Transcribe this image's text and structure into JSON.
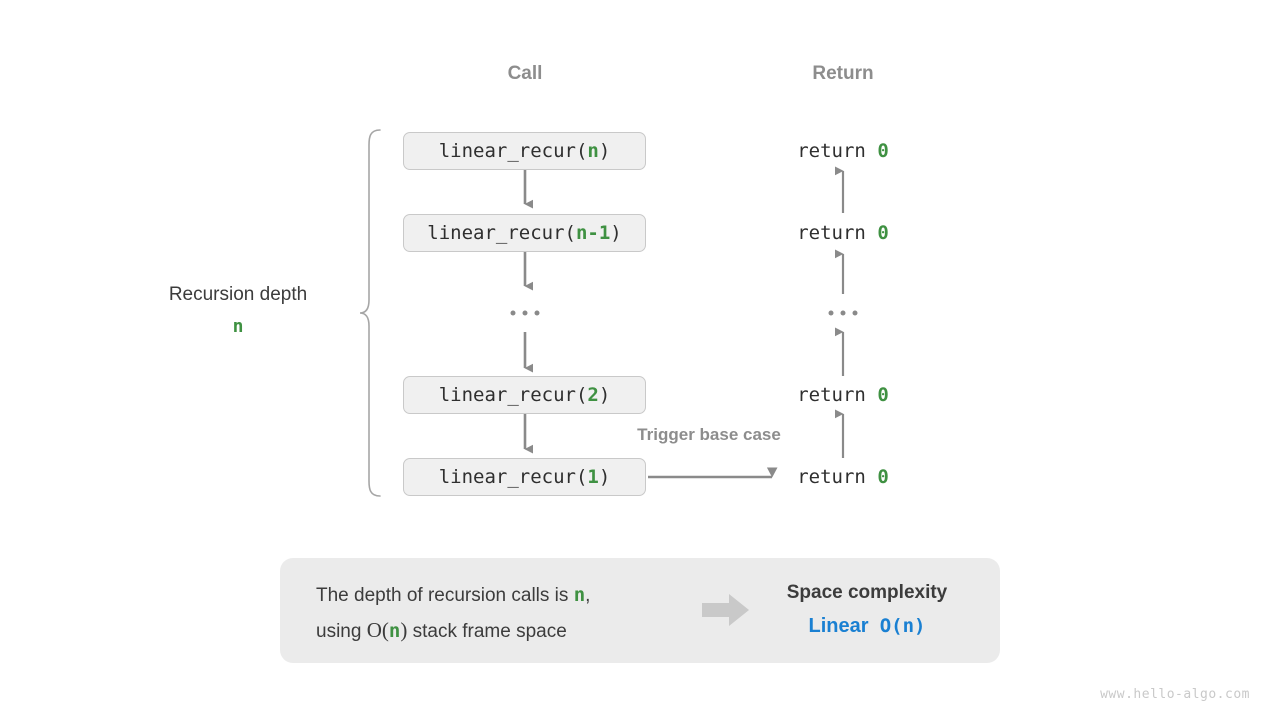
{
  "headers": {
    "call": "Call",
    "return": "Return"
  },
  "depth": {
    "label": "Recursion depth",
    "value": "n"
  },
  "call_stack": [
    {
      "prefix": "linear_recur(",
      "arg": "n",
      "suffix": ")",
      "full": "linear_recur(n)"
    },
    {
      "prefix": "linear_recur(",
      "arg": "n-1",
      "suffix": ")",
      "full": "linear_recur(n-1)"
    },
    {
      "prefix": "linear_recur(",
      "arg": "2",
      "suffix": ")",
      "full": "linear_recur(2)"
    },
    {
      "prefix": "linear_recur(",
      "arg": "1",
      "suffix": ")",
      "full": "linear_recur(1)"
    }
  ],
  "returns": [
    {
      "text": "return ",
      "value": "0"
    },
    {
      "text": "return ",
      "value": "0"
    },
    {
      "text": "return ",
      "value": "0"
    },
    {
      "text": "return ",
      "value": "0"
    }
  ],
  "ellipsis": "...",
  "trigger_label": "Trigger base case",
  "panel": {
    "line1_a": "The depth of recursion calls is ",
    "line1_n": "n",
    "line1_b": ",",
    "line2_a": "using ",
    "line2_o_open": "O(",
    "line2_n": "n",
    "line2_o_close": ")",
    "line2_b": " stack frame space",
    "arrow_icon": "right-block-arrow",
    "result_title": "Space complexity",
    "result_kind": "Linear",
    "result_value": "O(n)"
  },
  "watermark": "www.hello-algo.com",
  "colors": {
    "green": "#3f9142",
    "blue": "#1a80d2",
    "gray_text": "#8d8d8d",
    "box_fill": "#f0f0f0",
    "box_border": "#c9c9c9",
    "panel_fill": "#ebebeb",
    "arrow": "#8a8a8a"
  }
}
